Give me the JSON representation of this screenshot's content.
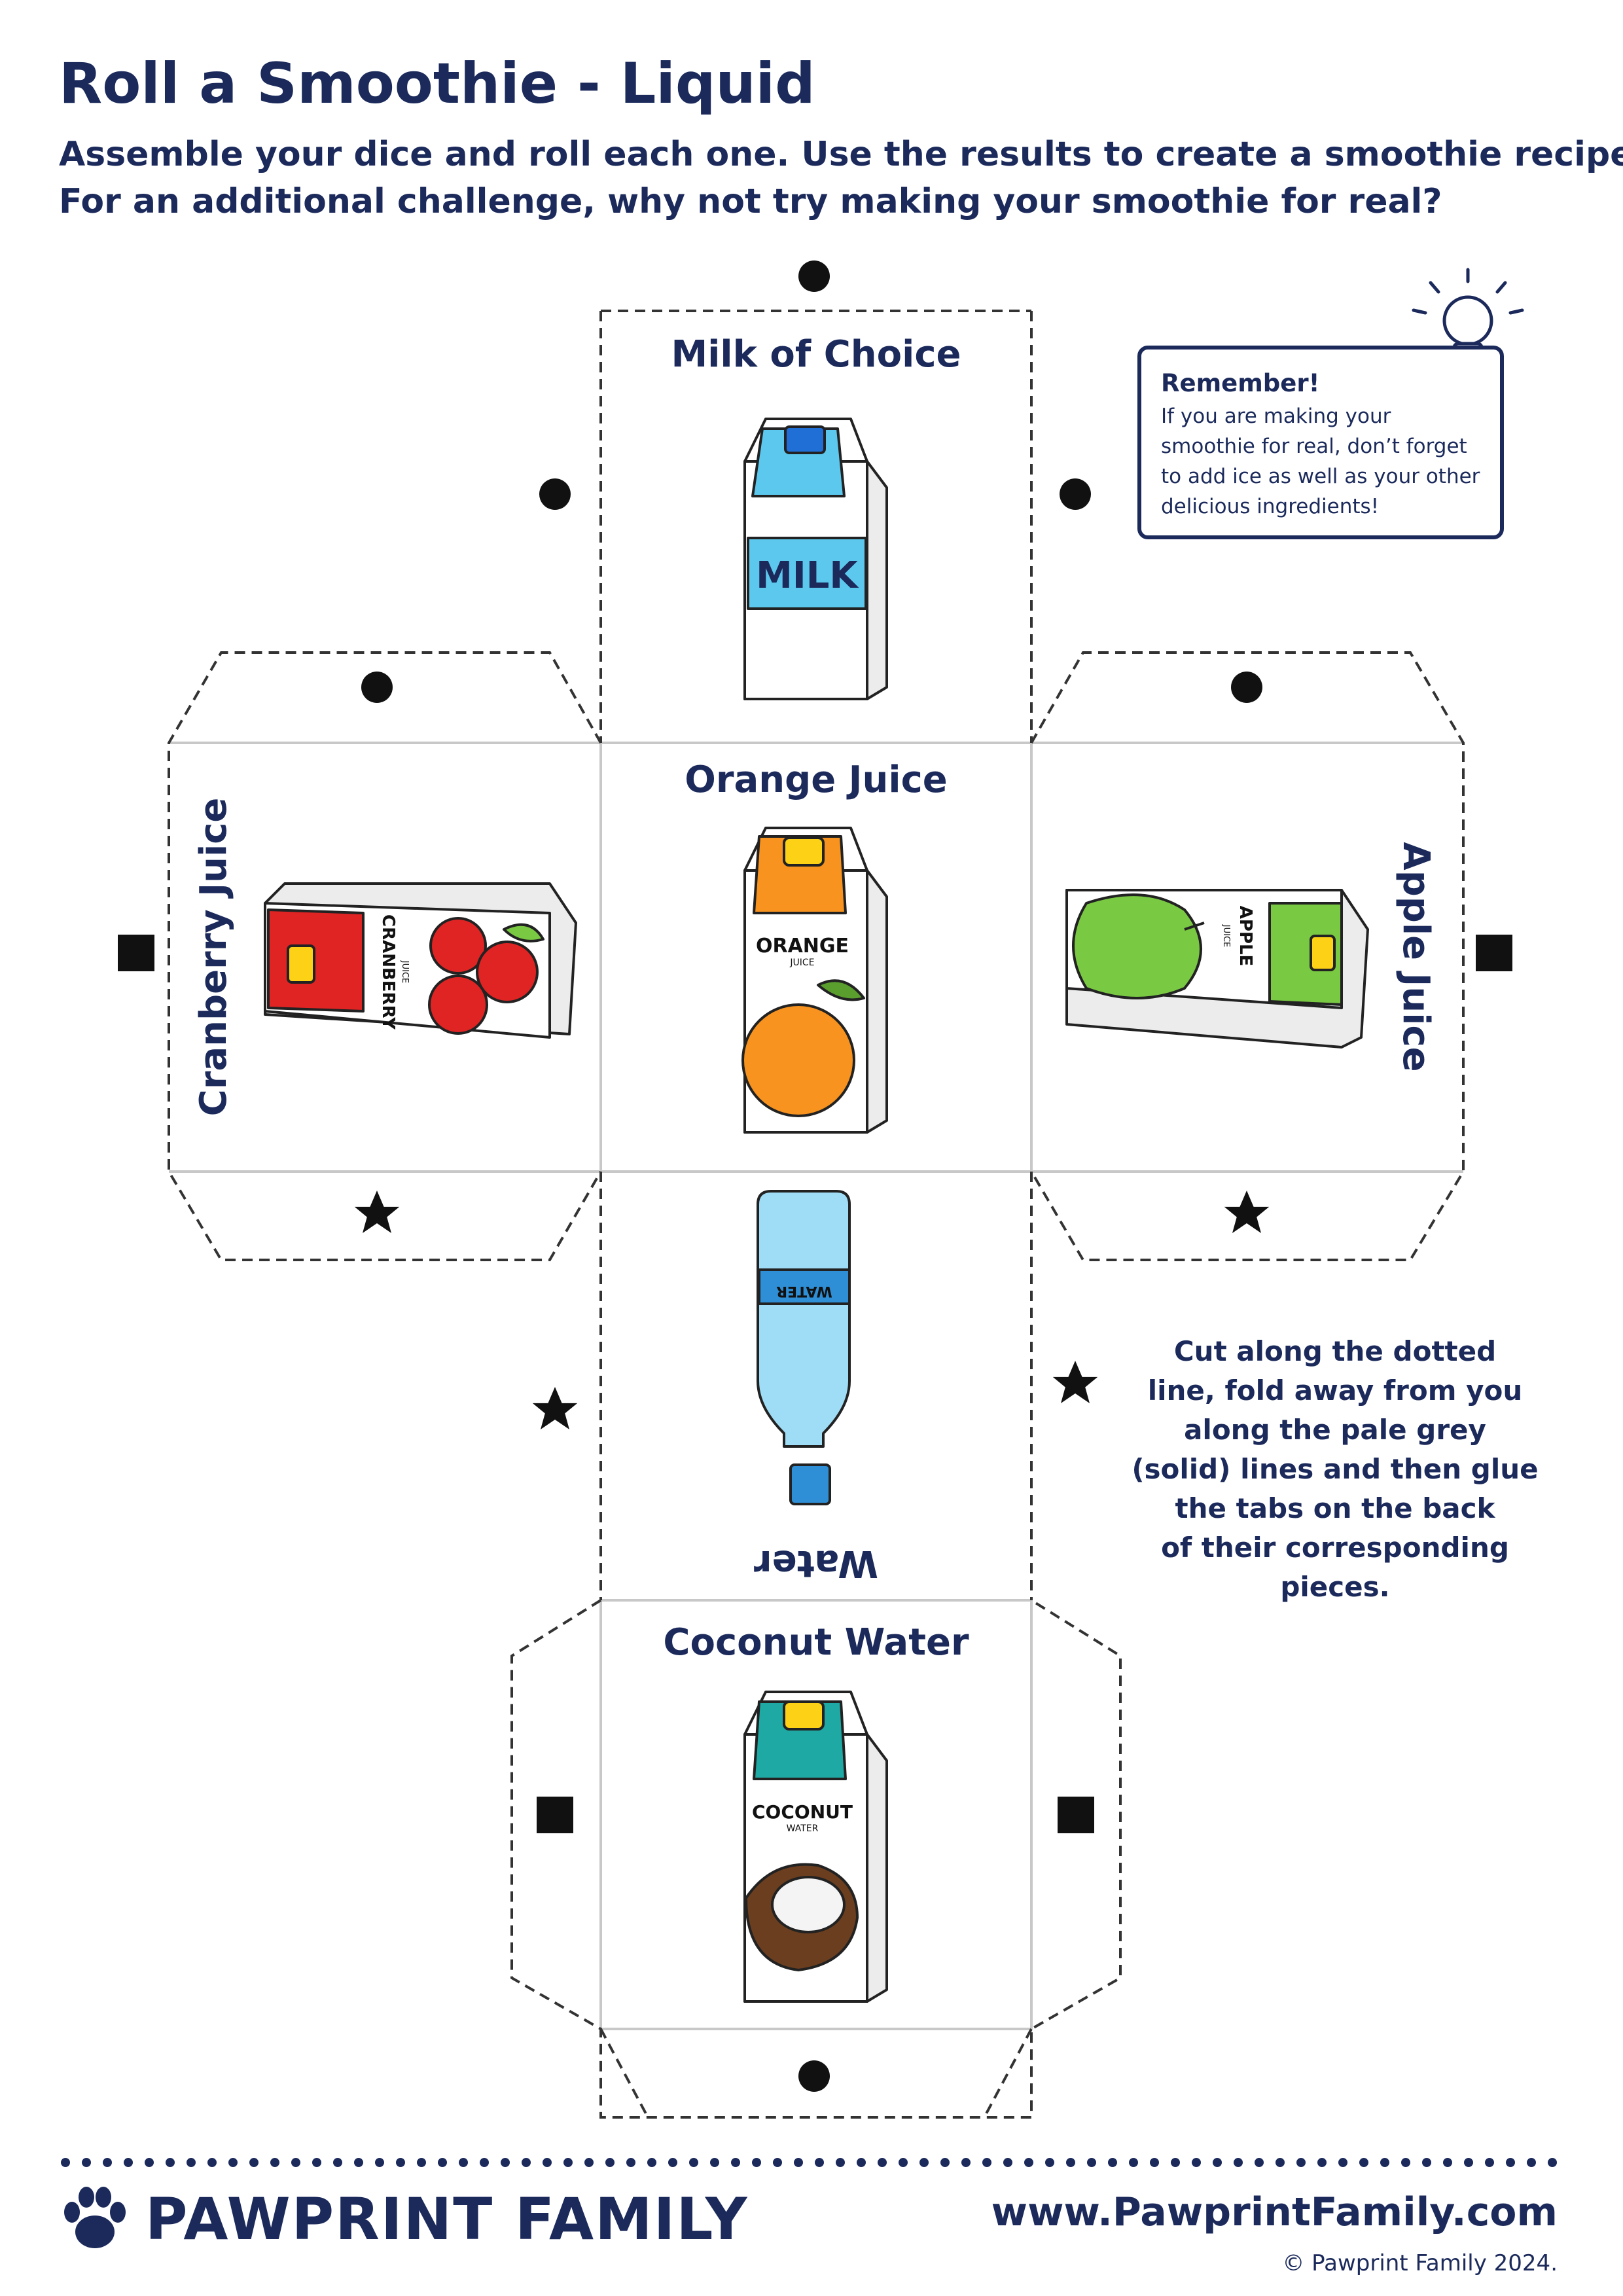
{
  "header": {
    "title": "Roll a Smoothie - Liquid",
    "intro_line1": "Assemble your dice and roll each one. Use the results to create a smoothie recipe.",
    "intro_line2": "For an additional challenge, why not try making your smoothie for real?"
  },
  "faces": {
    "top": "Milk of Choice",
    "center": "Orange Juice",
    "left": "Cranberry Juice",
    "right": "Apple Juice",
    "below": "Water",
    "bottom": "Coconut Water"
  },
  "cartons": {
    "milk": "MILK",
    "orange": "ORANGE",
    "orange_sub": "JUICE",
    "cranberry": "CRANBERRY",
    "cranberry_sub": "JUICE",
    "apple": "APPLE",
    "apple_sub": "JUICE",
    "water": "WATER",
    "coconut": "COCONUT",
    "coconut_sub": "WATER"
  },
  "remember": {
    "heading": "Remember!",
    "line1": "If you are making your",
    "line2": "smoothie for real, don’t forget",
    "line3": "to add ice as well as your other",
    "line4": "delicious ingredients!"
  },
  "instructions": {
    "line1": "Cut along the dotted",
    "line2": "line, fold away from you",
    "line3": "along the pale grey",
    "line4": "(solid) lines and then glue",
    "line5": "the tabs on the back",
    "line6": "of their corresponding",
    "line7": "pieces."
  },
  "footer": {
    "logo_text": "PAWPRINT FAMILY",
    "website": "www.PawprintFamily.com",
    "copyright": "© Pawprint Family 2024."
  },
  "colors": {
    "navy": "#1b2a5b",
    "milk_blue": "#5cc8ee",
    "orange": "#f7931e",
    "cranberry_red": "#e02424",
    "apple_green": "#7ac943",
    "water_blue": "#9fdcf5",
    "coconut_teal": "#1fa9a4",
    "cap_yellow": "#fcd116"
  },
  "icons": [
    "lightbulb-icon",
    "paw-icon",
    "circle-marker",
    "square-marker",
    "star-marker"
  ]
}
